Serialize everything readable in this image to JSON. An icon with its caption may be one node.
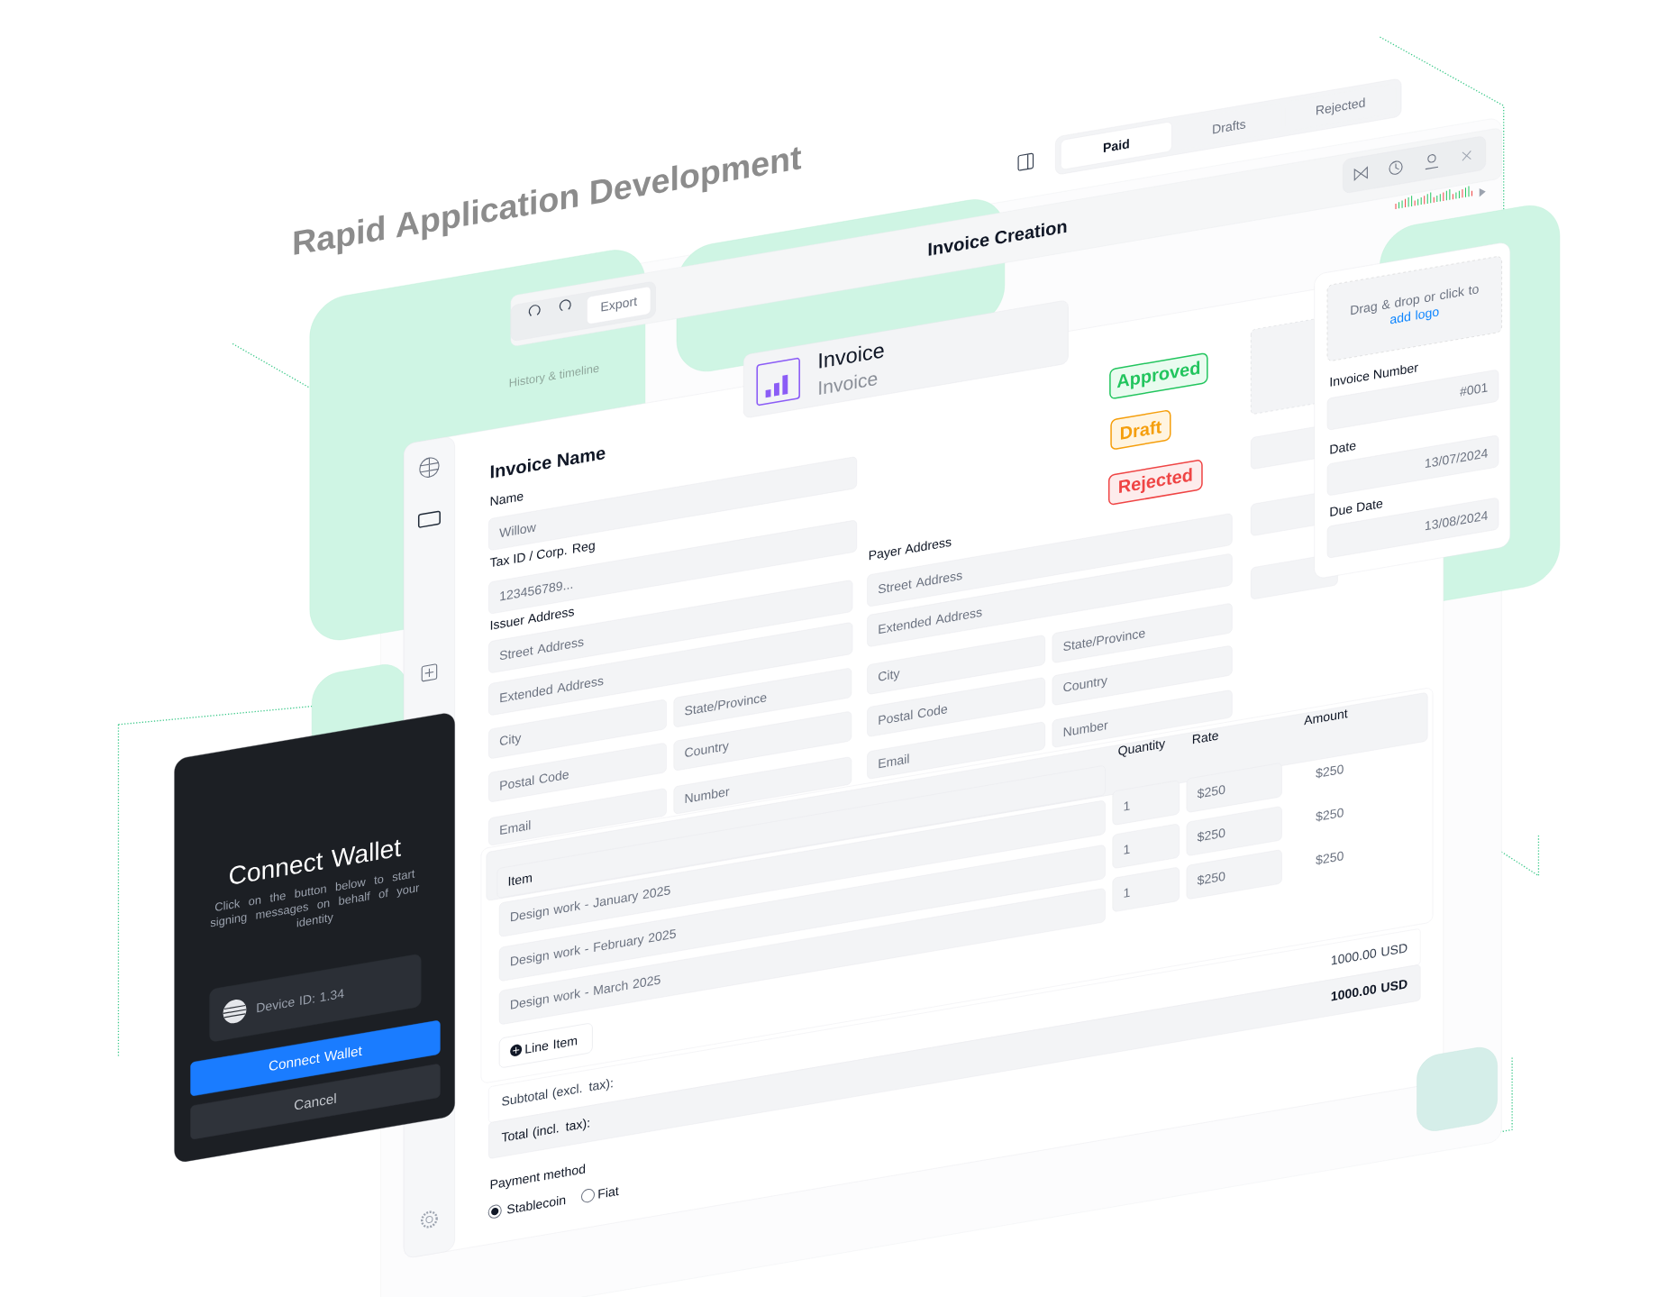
{
  "diagram": {
    "title": "Rapid Application Development",
    "nodes": [
      {
        "text": [],
        "shape": "bar"
      },
      {
        "text": [
          "Paid"
        ],
        "in": 0
      },
      {
        "text": [
          "Drafts"
        ],
        "in": 0
      },
      {
        "text": [
          "Rejected"
        ],
        "in": 0
      },
      {
        "text": [
          "Export"
        ]
      },
      {
        "text": [
          "Invoice",
          "Invoice"
        ]
      },
      {
        "text": [
          "Approved"
        ]
      },
      {
        "text": [
          "Draft"
        ]
      },
      {
        "text": [
          "Rejected"
        ]
      },
      {
        "text": [
          "Willow"
        ]
      },
      {
        "text": [
          "123456789..."
        ]
      },
      {
        "text": [
          "Street Address"
        ]
      },
      {
        "text": [
          "Extended Address"
        ]
      },
      {
        "text": [
          "City"
        ]
      },
      {
        "text": [
          "State/Province"
        ]
      },
      {
        "text": [
          "Postal Code"
        ]
      },
      {
        "text": [
          "Country"
        ]
      },
      {
        "text": [
          "Email"
        ]
      },
      {
        "text": [
          "Number"
        ]
      },
      {
        "text": [
          "Street Address"
        ]
      },
      {
        "text": [
          "Extended Address"
        ]
      },
      {
        "text": [
          "City"
        ]
      },
      {
        "text": [
          "State/Province"
        ]
      },
      {
        "text": [
          "Postal Code"
        ]
      },
      {
        "text": [
          "Country"
        ]
      },
      {
        "text": [
          "Email"
        ]
      },
      {
        "text": [
          "Number"
        ]
      },
      {
        "text": [
          "Drag & drop or click to",
          "add logo"
        ]
      },
      {
        "text": [
          "#001"
        ]
      },
      {
        "text": [
          "13/07/2024"
        ]
      },
      {
        "text": [
          "13/08/2024"
        ]
      },
      {
        "text": [
          "Item"
        ]
      },
      {
        "text": [
          "Design work - January 2025"
        ]
      },
      {
        "text": [
          "1"
        ]
      },
      {
        "text": [
          "$250"
        ]
      },
      {
        "text": [
          "Design work - February 2025"
        ]
      },
      {
        "text": [
          "1"
        ]
      },
      {
        "text": [
          "$250"
        ]
      },
      {
        "text": [
          "Design work - March 2025"
        ]
      },
      {
        "text": [
          "1"
        ]
      },
      {
        "text": [
          "$250"
        ]
      },
      {
        "text": [
          "Line Item"
        ]
      },
      {
        "text": [
          "Subtotal (excl. tax):",
          "1000.00 USD"
        ]
      },
      {
        "text": [
          "Total (incl. tax):",
          "1000.00 USD"
        ]
      },
      {
        "text": [
          "Connect Wallet",
          "Click on the button below to start signing messages on behalf of your identity"
        ]
      },
      {
        "text": [
          "Device ID: 1.34"
        ],
        "in": 44
      },
      {
        "text": [
          "Connect Wallet"
        ],
        "in": 44
      },
      {
        "text": [
          "Cancel"
        ],
        "in": 44
      }
    ],
    "labels": [
      "Invoice Creation",
      "History & timeline",
      "Invoice Name",
      "Name",
      "Tax ID / Corp. Reg",
      "Issuer Address",
      "Payer Address",
      "Invoice Number",
      "Date",
      "Due Date",
      "Quantity",
      "Rate",
      "Amount",
      "$250",
      "$250",
      "$250",
      "Payment method",
      "Stablecoin",
      "Fiat"
    ]
  }
}
